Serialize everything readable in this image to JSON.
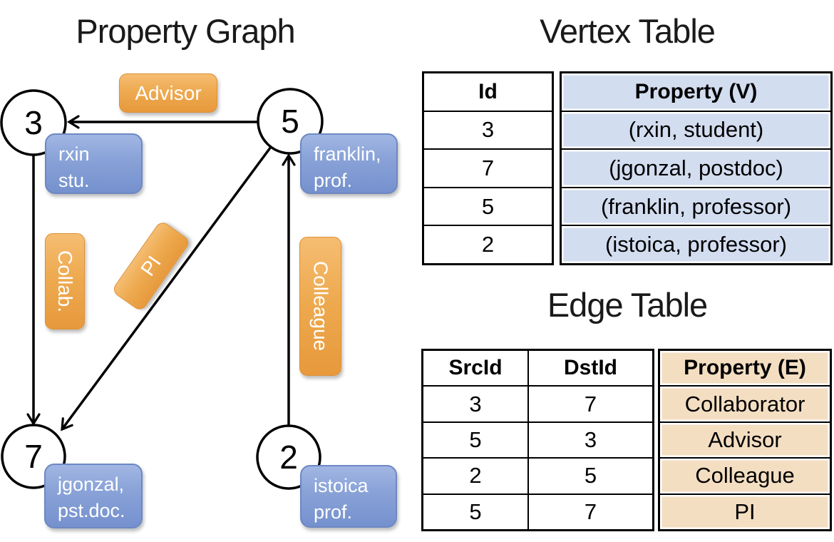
{
  "graph": {
    "title": "Property Graph",
    "nodes": {
      "n3": {
        "id": "3",
        "line1": "rxin",
        "line2": "stu."
      },
      "n5": {
        "id": "5",
        "line1": "franklin,",
        "line2": "prof."
      },
      "n7": {
        "id": "7",
        "line1": "jgonzal,",
        "line2": "pst.doc."
      },
      "n2": {
        "id": "2",
        "line1": "istoica",
        "line2": "prof."
      }
    },
    "edges": {
      "advisor": {
        "label": "Advisor",
        "src": "5",
        "dst": "3"
      },
      "collab": {
        "label": "Collab.",
        "src": "3",
        "dst": "7"
      },
      "pi": {
        "label": "PI",
        "src": "5",
        "dst": "7"
      },
      "colleague": {
        "label": "Colleague",
        "src": "2",
        "dst": "5"
      }
    }
  },
  "vertex_table": {
    "title": "Vertex Table",
    "columns": {
      "id_header": "Id",
      "property_header": "Property (V)"
    },
    "rows": [
      {
        "id": "3",
        "property": "(rxin, student)"
      },
      {
        "id": "7",
        "property": "(jgonzal, postdoc)"
      },
      {
        "id": "5",
        "property": "(franklin, professor)"
      },
      {
        "id": "2",
        "property": "(istoica, professor)"
      }
    ]
  },
  "edge_table": {
    "title": "Edge Table",
    "columns": {
      "src_header": "SrcId",
      "dst_header": "DstId",
      "property_header": "Property (E)"
    },
    "rows": [
      {
        "src": "3",
        "dst": "7",
        "property": "Collaborator"
      },
      {
        "src": "5",
        "dst": "3",
        "property": "Advisor"
      },
      {
        "src": "2",
        "dst": "5",
        "property": "Colleague"
      },
      {
        "src": "5",
        "dst": "7",
        "property": "PI"
      }
    ]
  },
  "colors": {
    "edge_label_fill_top": "#f5bd72",
    "edge_label_fill_bottom": "#e7993c",
    "node_label_fill_top": "#a1b6e3",
    "node_label_fill_bottom": "#7591ce",
    "vertex_property_fill": "#d3ddf0",
    "edge_property_fill": "#f4dec2",
    "line_color": "#000000",
    "label_text_color": "#ffffff"
  }
}
